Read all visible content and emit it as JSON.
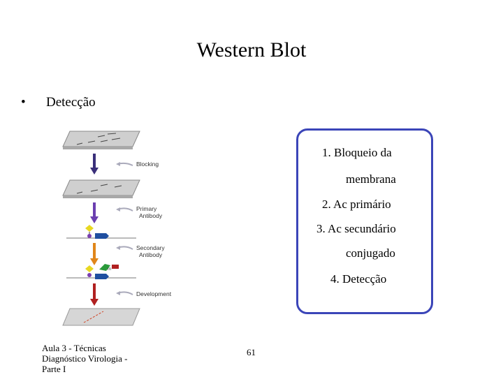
{
  "slide": {
    "title": "Western Blot",
    "bullet": "Detecção"
  },
  "diagram": {
    "labels": {
      "blocking": "Blocking",
      "primary_1": "Primary",
      "primary_2": "Antibody",
      "secondary_1": "Secondary",
      "secondary_2": "Antibody",
      "development": "Development"
    },
    "colors": {
      "arrow_1": "#3a2f7a",
      "arrow_2": "#6b3fb0",
      "arrow_3": "#e0861a",
      "arrow_4": "#b02020",
      "band": "#d04020"
    }
  },
  "steps": [
    {
      "line1": "1.  Bloqueio da",
      "line2": "membrana"
    },
    {
      "line1": "2.  Ac primário"
    },
    {
      "line1": "3.  Ac secundário",
      "line2": "conjugado"
    },
    {
      "line1": "4.  Detecção"
    }
  ],
  "footer": {
    "line1": "Aula 3 - Técnicas",
    "line2": "Diagnóstico Virologia -",
    "line3": "Parte I"
  },
  "page_number": "61"
}
